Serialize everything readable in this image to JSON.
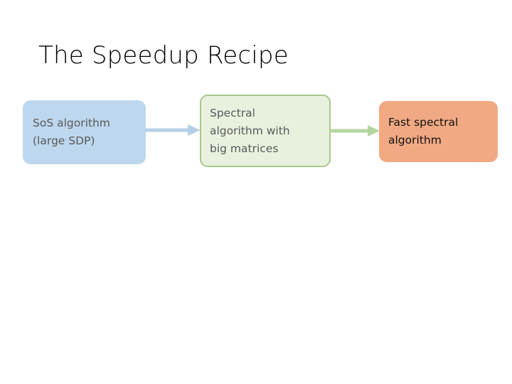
{
  "slide": {
    "title": "The Speedup Recipe",
    "background_color": "#ffffff"
  },
  "diagram": {
    "type": "flow-chart",
    "orientation": "left-to-right",
    "nodes": [
      {
        "id": "sos",
        "label": "SoS algorithm\n(large SDP)",
        "fill_color": "#bdd7ee",
        "text_color": "#595959",
        "border_color": "none"
      },
      {
        "id": "spectral",
        "label": "Spectral\nalgorithm with\nbig matrices",
        "fill_color": "#e8f1de",
        "text_color": "#595959",
        "border_color": "#a9c68a"
      },
      {
        "id": "fast",
        "label": "Fast spectral\nalgorithm",
        "fill_color": "#f1a983",
        "text_color": "#111111",
        "border_color": "none"
      }
    ],
    "edges": [
      {
        "id": "sos-to-spectral",
        "from": "sos",
        "to": "spectral",
        "color": "#b4d0e7"
      },
      {
        "id": "spectral-to-fast",
        "from": "spectral",
        "to": "fast",
        "color": "#b5d6a0"
      }
    ]
  }
}
